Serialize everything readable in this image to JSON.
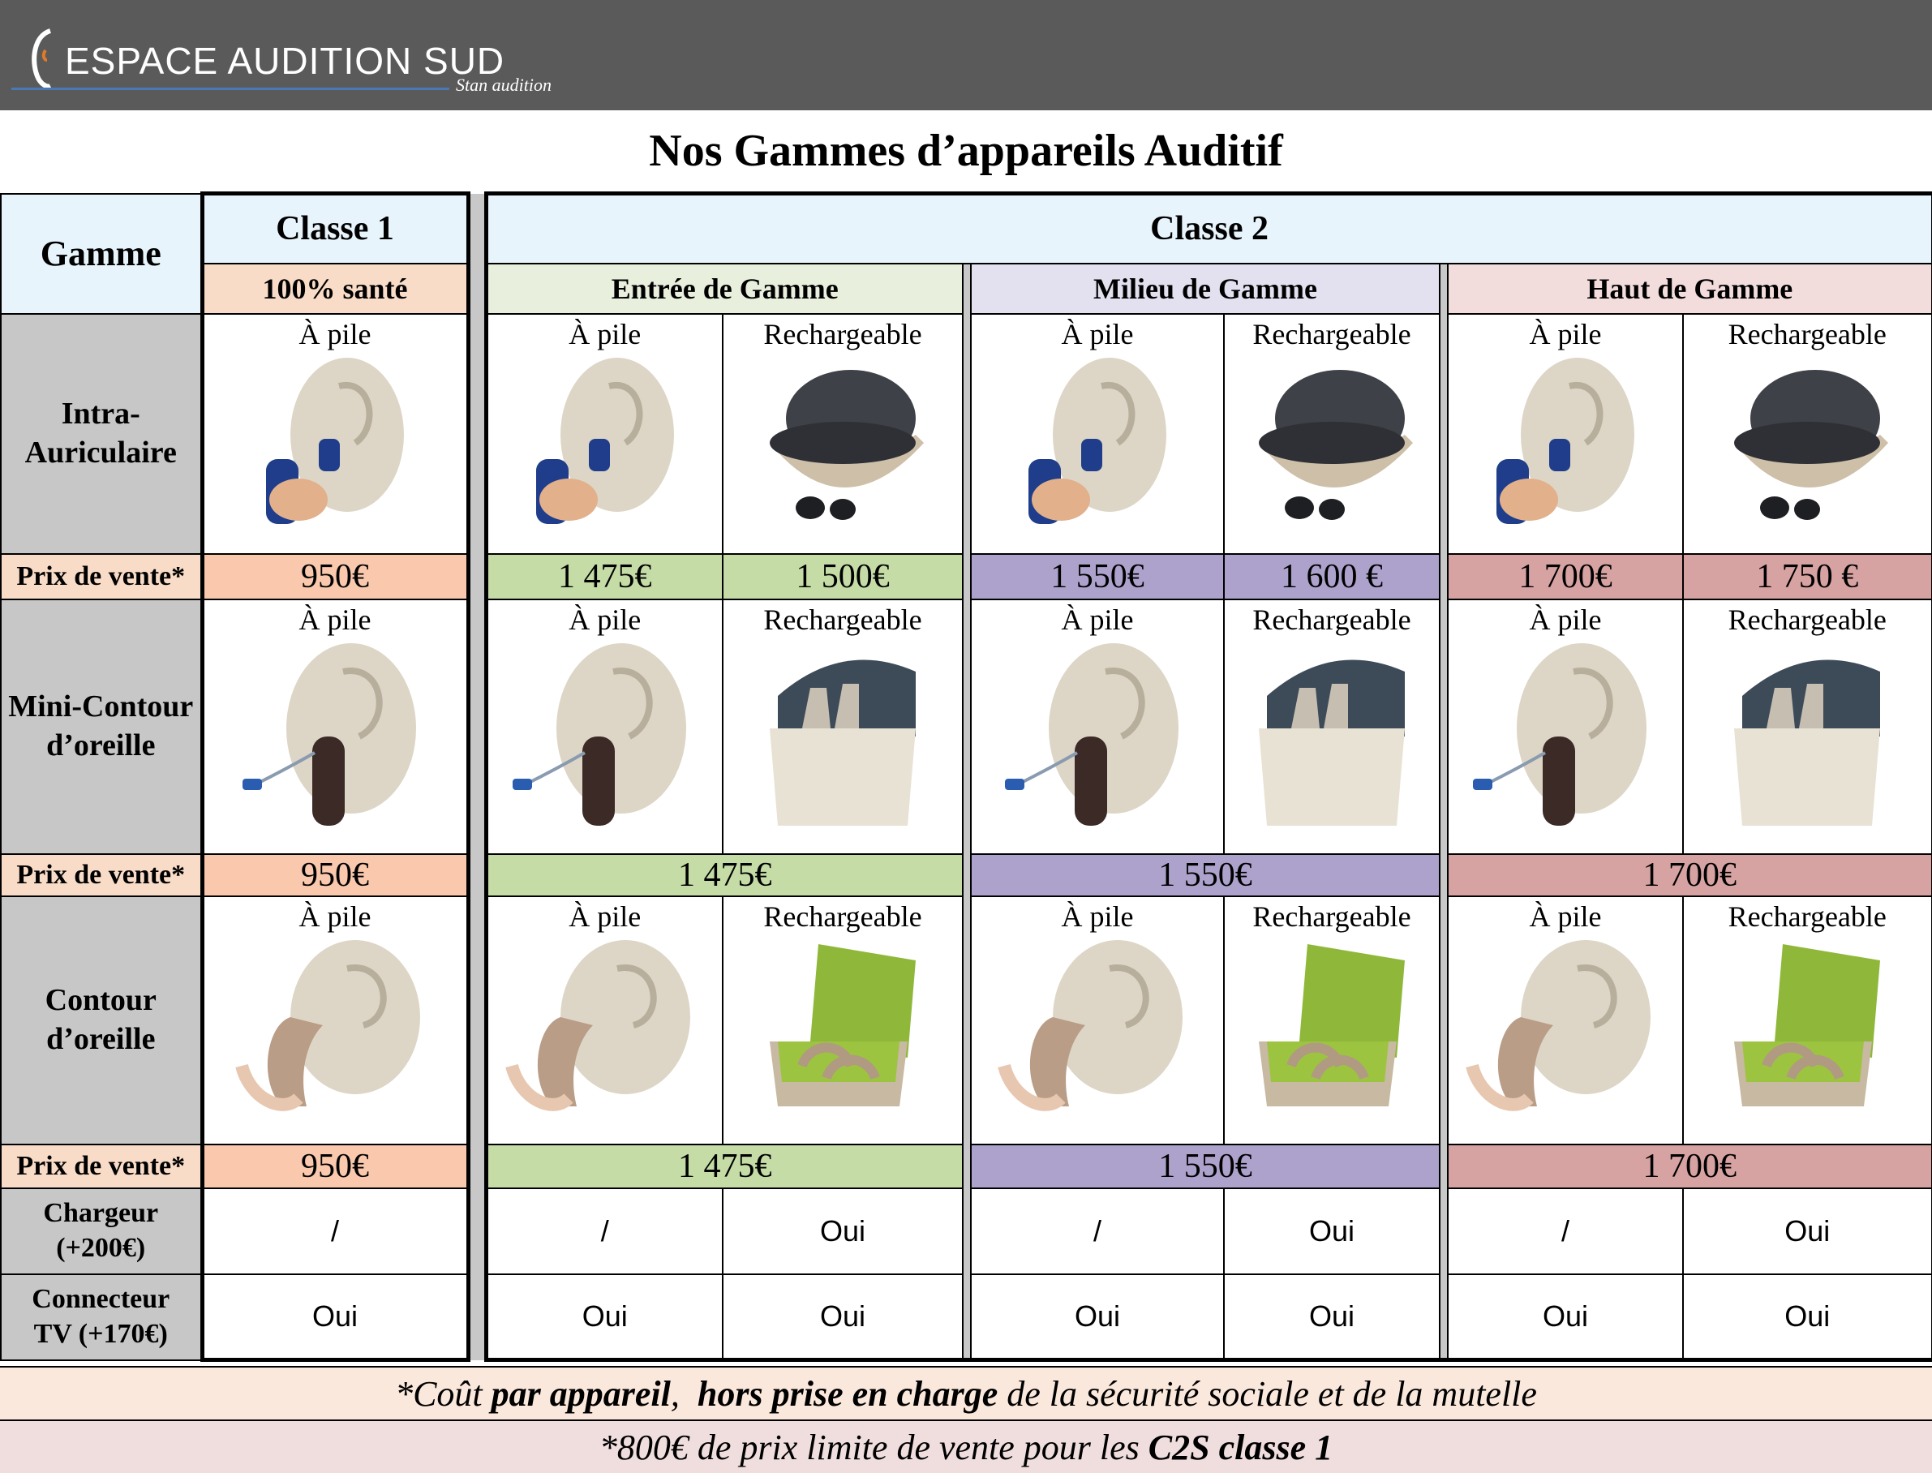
{
  "brand": {
    "name": "ESPACE AUDITION SUD",
    "subtitle": "Stan audition"
  },
  "title": "Nos Gammes d’appareils Auditif",
  "header": {
    "gamme": "Gamme",
    "classe1": "Classe 1",
    "classe2": "Classe 2",
    "sante": "100% santé",
    "entree": "Entrée de Gamme",
    "milieu": "Milieu de Gamme",
    "haut": "Haut de Gamme"
  },
  "labels": {
    "pile": "À pile",
    "recharge": "Rechargeable",
    "prix": "Prix de vente*"
  },
  "rows": {
    "intra": {
      "name1": "Intra-",
      "name2": "Auriculaire",
      "prices": {
        "c1": "950€",
        "ep": "1 475€",
        "er": "1 500€",
        "mp": "1 550€",
        "mr": "1 600 €",
        "hp": "1 700€",
        "hr": "1 750 €"
      }
    },
    "mini": {
      "name1": "Mini-Contour",
      "name2": "d’oreille",
      "prices": {
        "c1": "950€",
        "e": "1 475€",
        "m": "1 550€",
        "h": "1 700€"
      }
    },
    "contour": {
      "name1": "Contour",
      "name2": "d’oreille",
      "prices": {
        "c1": "950€",
        "e": "1 475€",
        "m": "1 550€",
        "h": "1 700€"
      }
    },
    "chargeur": {
      "name1": "Chargeur",
      "name2": "(+200€)",
      "vals": {
        "c1": "/",
        "ep": "/",
        "er": "Oui",
        "mp": "/",
        "mr": "Oui",
        "hp": "/",
        "hr": "Oui"
      }
    },
    "tv": {
      "name1": "Connecteur",
      "name2": "TV (+170€)",
      "vals": {
        "c1": "Oui",
        "ep": "Oui",
        "er": "Oui",
        "mp": "Oui",
        "mr": "Oui",
        "hp": "Oui",
        "hr": "Oui"
      }
    }
  },
  "footer": {
    "line1_a": "*Coût ",
    "line1_b": "par appareil",
    "line1_c": ",  ",
    "line1_d": "hors prise en charge",
    "line1_e": " de la sécurité sociale et de la mutelle",
    "line2_a": "*800€ de prix limite de vente pour les ",
    "line2_b": "C2S classe 1"
  },
  "colors": {
    "header_bg": "#5a5a5a",
    "classe1_price": "#f9c8ad",
    "entree_price": "#c5dca7",
    "milieu_price": "#ada2cc",
    "haut_price": "#d7a2a2"
  }
}
